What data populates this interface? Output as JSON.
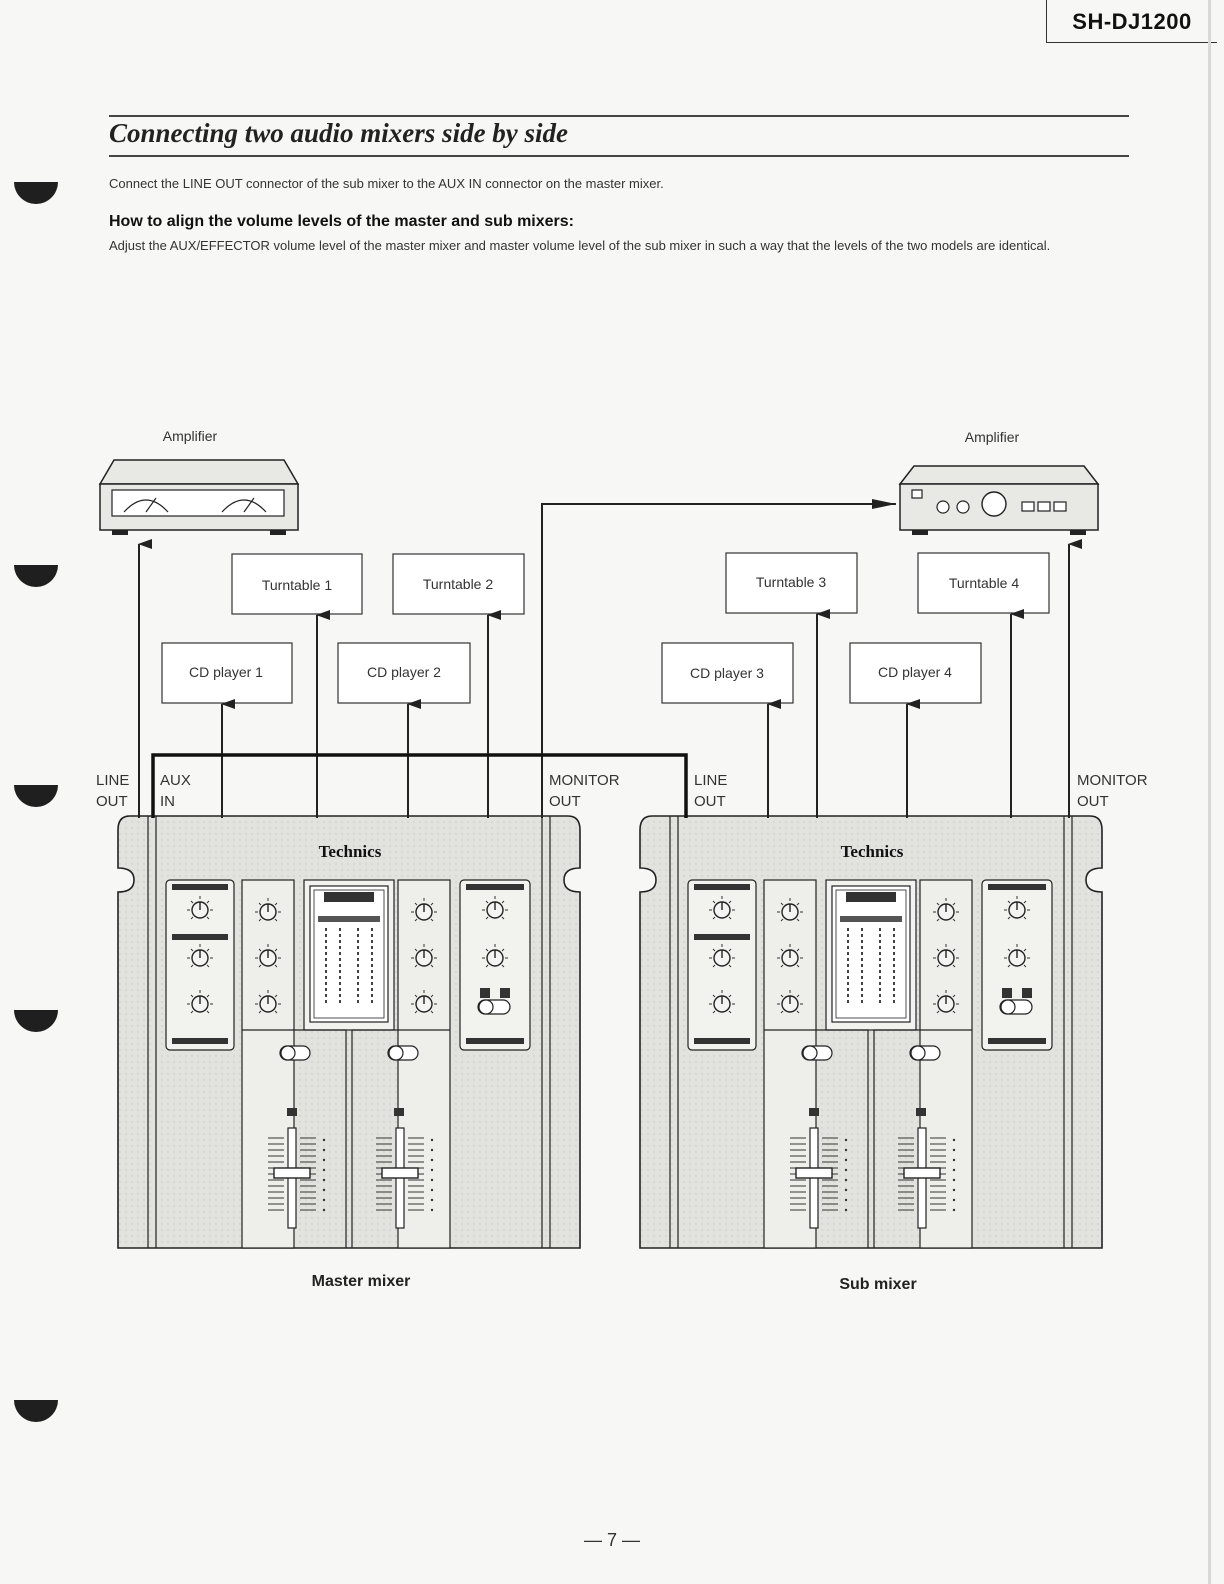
{
  "header": {
    "model": "SH-DJ1200"
  },
  "section": {
    "title": "Connecting two audio mixers side by side",
    "intro": "Connect the LINE OUT connector of the sub mixer to the AUX IN connector on the master mixer.",
    "subheading": "How to align the volume levels of the master and sub mixers:",
    "body": "Adjust the AUX/EFFECTOR volume level of the master mixer and master volume level of the sub mixer in such a way that the levels of the two models are identical."
  },
  "diagram": {
    "amplifier_left": "Amplifier",
    "amplifier_right": "Amplifier",
    "devices": {
      "turntable_1": "Turntable 1",
      "turntable_2": "Turntable 2",
      "turntable_3": "Turntable 3",
      "turntable_4": "Turntable 4",
      "cd_player_1": "CD player 1",
      "cd_player_2": "CD player 2",
      "cd_player_3": "CD player 3",
      "cd_player_4": "CD player 4"
    },
    "ports": {
      "master_line_out": [
        "LINE",
        "OUT"
      ],
      "master_aux_in": [
        "AUX",
        "IN"
      ],
      "master_monitor_out": [
        "MONITOR",
        "OUT"
      ],
      "sub_line_out": [
        "LINE",
        "OUT"
      ],
      "sub_monitor_out": [
        "MONITOR",
        "OUT"
      ]
    },
    "brand": "Technics",
    "master_caption": "Master mixer",
    "sub_caption": "Sub mixer"
  },
  "footer": {
    "page": "— 7 —"
  }
}
